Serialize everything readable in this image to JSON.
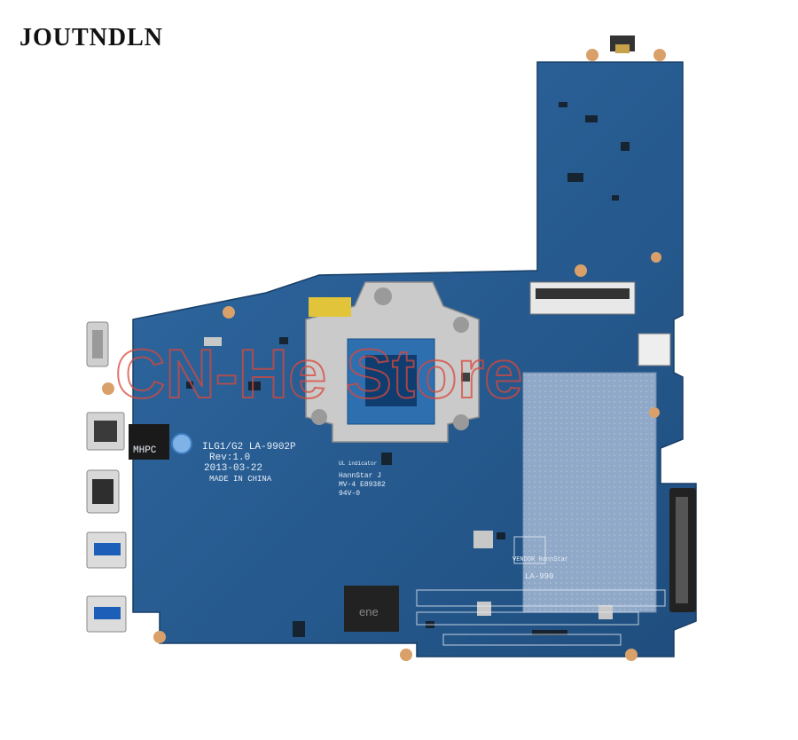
{
  "brand": "JOUTNDLN",
  "watermark": "CN-He Store",
  "board": {
    "model": "ILG1/G2 LA-9902P",
    "rev": "Rev:1.0",
    "date": "2013-03-22",
    "origin": "MADE IN CHINA",
    "ul": "UL indicator",
    "mfr": "HannStar J",
    "mfr2": "MV-4   E89382",
    "rating": "94V-0",
    "vendor": "VENDOR HannStar",
    "lan_chip": "MHPC",
    "ec_chip": "ene",
    "code": "LA-990"
  },
  "colors": {
    "pcb": "#2a5f95",
    "pcb_dark": "#1f4d7e",
    "heatsink": "#c9c9c9",
    "shield": "#8fa8c7",
    "brand_text": "#111111"
  }
}
